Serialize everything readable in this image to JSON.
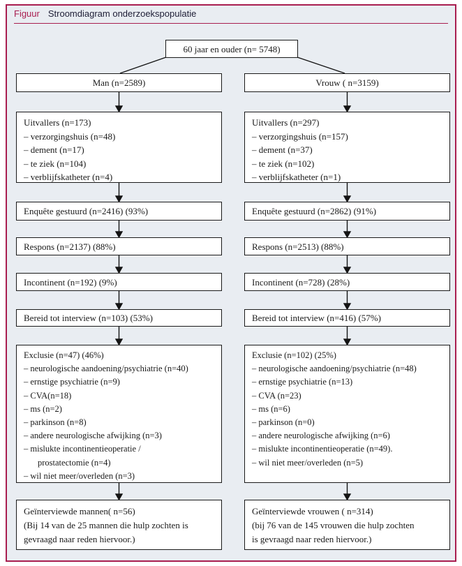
{
  "figure": {
    "label": "Figuur",
    "title": "Stroomdiagram onderzoekspopulatie"
  },
  "colors": {
    "accent": "#a91e50",
    "canvas_background": "#e9edf2",
    "box_background": "#ffffff",
    "box_border": "#1a1a1a",
    "text": "#1b1b1b"
  },
  "root": {
    "label": "60 jaar en ouder (n= 5748)"
  },
  "columns": [
    {
      "header": "Man (n=2589)",
      "uitvallers": {
        "title": "Uitvallers (n=173)",
        "items": [
          "– verzorgingshuis (n=48)",
          "– dement (n=17)",
          "– te ziek (n=104)",
          "– verblijfskatheter (n=4)"
        ]
      },
      "enquete": "Enquête gestuurd (n=2416) (93%)",
      "respons": "Respons (n=2137) (88%)",
      "incontinent": "Incontinent (n=192) (9%)",
      "bereid": "Bereid tot interview (n=103) (53%)",
      "exclusie": {
        "title": "Exclusie (n=47) (46%)",
        "items": [
          "–  neurologische aandoening/psychiatrie (n=40)",
          "–  ernstige psychiatrie (n=9)",
          "–  CVA(n=18)",
          "–  ms (n=2)",
          "–  parkinson (n=8)",
          "–  andere neurologische afwijking (n=3)",
          "–  mislukte incontinentieoperatie /",
          "prostatectomie (n=4)",
          "–  wil niet meer/overleden (n=3)"
        ]
      },
      "final": {
        "lines": [
          "Geïnterviewde mannen( n=56)",
          "(Bij 14 van de 25 mannen die hulp zochten is",
          "gevraagd naar reden hiervoor.)"
        ]
      }
    },
    {
      "header": "Vrouw ( n=3159)",
      "uitvallers": {
        "title": "Uitvallers (n=297)",
        "items": [
          "– verzorgingshuis (n=157)",
          "– dement (n=37)",
          "– te ziek (n=102)",
          "– verblijfskatheter (n=1)"
        ]
      },
      "enquete": "Enquête gestuurd (n=2862) (91%)",
      "respons": "Respons (n=2513) (88%)",
      "incontinent": "Incontinent (n=728) (28%)",
      "bereid": "Bereid tot interview (n=416) (57%)",
      "exclusie": {
        "title": "Exclusie (n=102) (25%)",
        "items": [
          "–  neurologische aandoening/psychiatrie (n=48)",
          "–  ernstige psychiatrie (n=13)",
          "–  CVA (n=23)",
          "–  ms (n=6)",
          "–  parkinson (n=0)",
          "–  andere neurologische afwijking (n=6)",
          "– mislukte incontinentieoperatie (n=49).",
          "– wil niet meer/overleden (n=5)"
        ]
      },
      "final": {
        "lines": [
          "Geïnterviewde vrouwen ( n=314)",
          "(bij 76 van de 145 vrouwen die hulp zochten",
          "is gevraagd naar reden hiervoor.)"
        ]
      }
    }
  ]
}
